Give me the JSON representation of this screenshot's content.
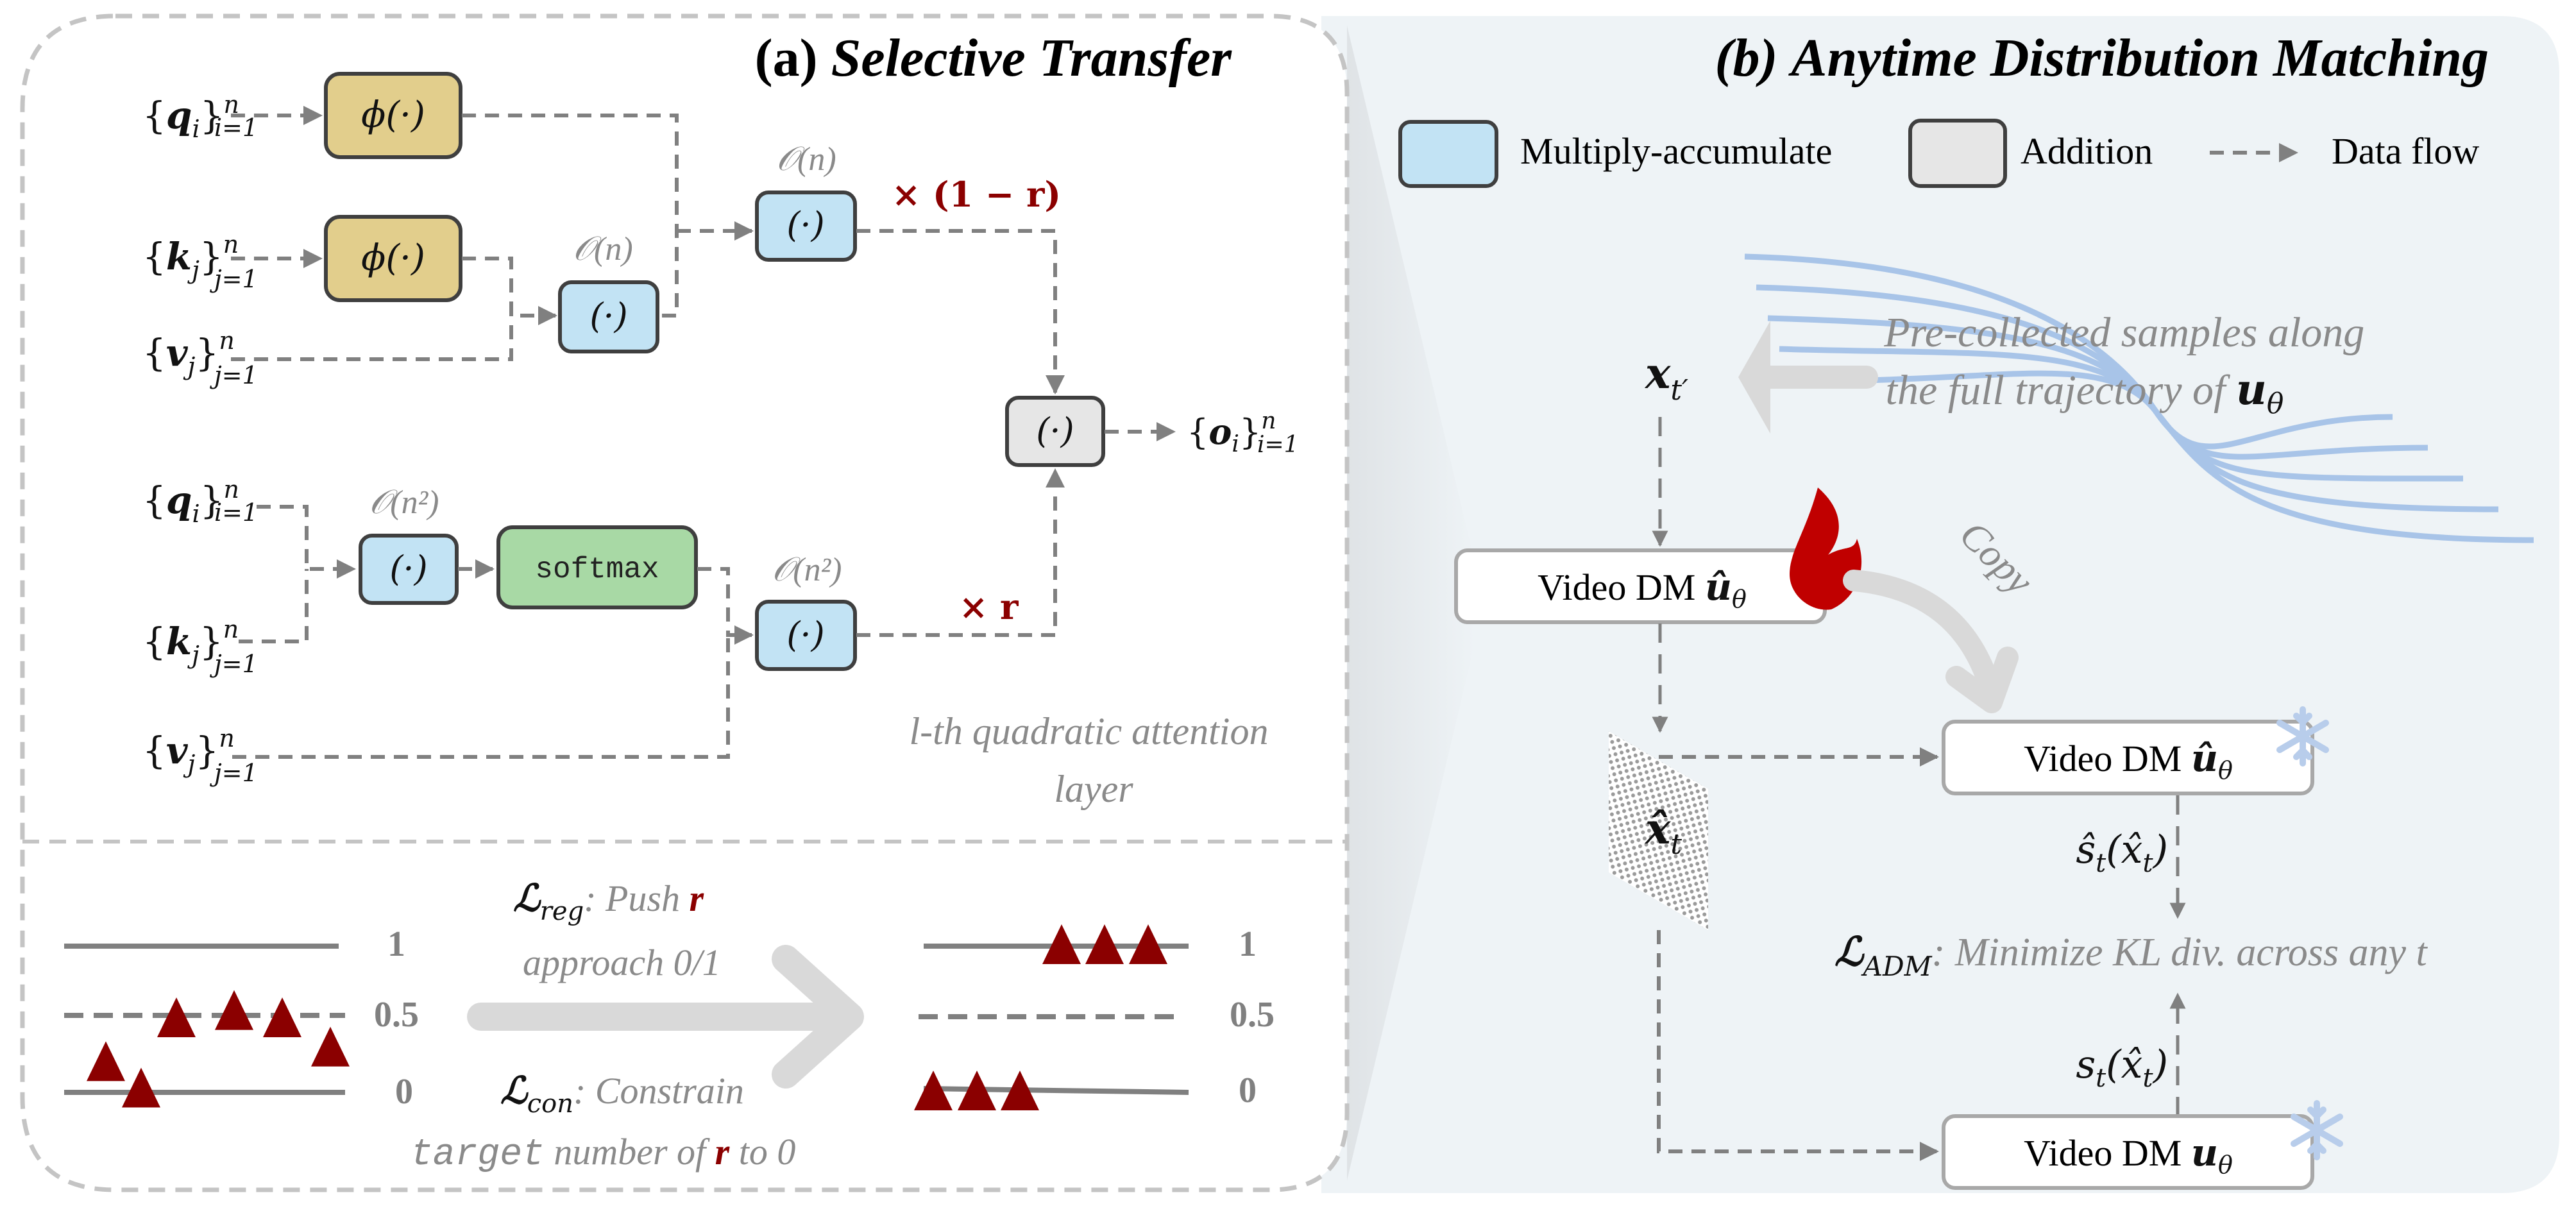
{
  "colors": {
    "phi_box": "#E2CE8C",
    "mac_box": "#C2E3F4",
    "add_box": "#E6E6E6",
    "softmax_box": "#A8D9A5",
    "accent_red": "#8B0000",
    "flame_red": "#C00000",
    "trajectory_blue": "#A8C4E8",
    "snowflake_blue": "#B8CDEB",
    "panel_b_bg": "#EEF3F6",
    "arrow_grey": "#808080",
    "big_arrow_grey": "#D9D9D9"
  },
  "panel_a": {
    "title_prefix": "(a)",
    "title": "Selective Transfer",
    "linear_branch": {
      "inputs": {
        "q": {
          "base": "{q",
          "sub": "i",
          "close": "}",
          "sup": "n",
          "range": "i=1"
        },
        "k": {
          "base": "{k",
          "sub": "j",
          "close": "}",
          "sup": "n",
          "range": "j=1"
        },
        "v": {
          "base": "{v",
          "sub": "j",
          "close": "}",
          "sup": "n",
          "range": "j=1"
        }
      },
      "phi_q_label": "ϕ(·)",
      "phi_k_label": "ϕ(·)",
      "kv_op_label": "(·)",
      "kv_complexity": "𝒪(n)",
      "q_kv_op_label": "(·)",
      "q_kv_complexity": "𝒪(n)",
      "weight_label": "× (1 − r)"
    },
    "quadratic_branch": {
      "inputs": {
        "q": {
          "base": "{q",
          "sub": "i",
          "close": "}",
          "sup": "n",
          "range": "i=1"
        },
        "k": {
          "base": "{k",
          "sub": "j",
          "close": "}",
          "sup": "n",
          "range": "j=1"
        },
        "v": {
          "base": "{v",
          "sub": "j",
          "close": "}",
          "sup": "n",
          "range": "j=1"
        }
      },
      "qk_op_label": "(·)",
      "qk_complexity": "𝒪(n²)",
      "softmax_label": "softmax",
      "av_op_label": "(·)",
      "av_complexity": "𝒪(n²)",
      "weight_label": "× r"
    },
    "sum_op_label": "(·)",
    "output": {
      "base": "{o",
      "sub": "i",
      "close": "}",
      "sup": "n",
      "range": "i=1"
    },
    "layer_caption_line1": "l-th quadratic attention",
    "layer_caption_line2": "layer",
    "router": {
      "levels": [
        "1",
        "0.5",
        "0"
      ],
      "before_r_values": [
        0.2,
        0.5,
        0.55,
        0.5,
        0.3,
        0.02
      ],
      "after_r_values": [
        1,
        1,
        1,
        0,
        0,
        0
      ],
      "reg_loss_symbol": "ℒ",
      "reg_loss_sub": "reg",
      "reg_text_1": ": Push ",
      "reg_text_r": "r",
      "reg_text_2": "approach 0/1",
      "con_loss_symbol": "ℒ",
      "con_loss_sub": "con",
      "con_text_1": ": Constrain",
      "con_text_mono": "target",
      "con_text_2": " number of ",
      "con_text_r": "r",
      "con_text_3": " to 0"
    }
  },
  "panel_b": {
    "title_prefix": "(b)",
    "title": "Anytime Distribution Matching",
    "legend": [
      {
        "label": "Multiply-accumulate",
        "swatch": "mac"
      },
      {
        "label": "Addition",
        "swatch": "add"
      },
      {
        "label": "Data flow",
        "swatch": "arrow"
      }
    ],
    "trajectory_caption_line1": "Pre-collected samples along",
    "trajectory_caption_line2": "the full trajectory  of ",
    "trajectory_caption_sym": "u",
    "trajectory_caption_sub": "θ",
    "sample_label": "x",
    "sample_sub": "t′",
    "student": {
      "text": "Video DM ",
      "sym": "û",
      "sub": "θ",
      "status_icon": "flame-icon"
    },
    "copy_label": "Copy",
    "fake_teacher": {
      "text": "Video DM ",
      "sym": "û",
      "sub": "θ",
      "status_icon": "snowflake-icon"
    },
    "real_teacher": {
      "text": "Video DM ",
      "sym": "u",
      "sub": "θ",
      "status_icon": "snowflake-icon"
    },
    "generated_label": "x̂",
    "generated_sub": "t",
    "fake_score_label": "ŝ",
    "fake_score_sub": "t",
    "fake_score_arg": "(x̂",
    "fake_score_arg_sub": "t",
    "real_score_label": "s",
    "real_score_sub": "t",
    "real_score_arg": "(x̂",
    "real_score_arg_sub": "t",
    "loss_symbol": "ℒ",
    "loss_sub": "ADM",
    "loss_text": ": Minimize KL div. across any t"
  }
}
